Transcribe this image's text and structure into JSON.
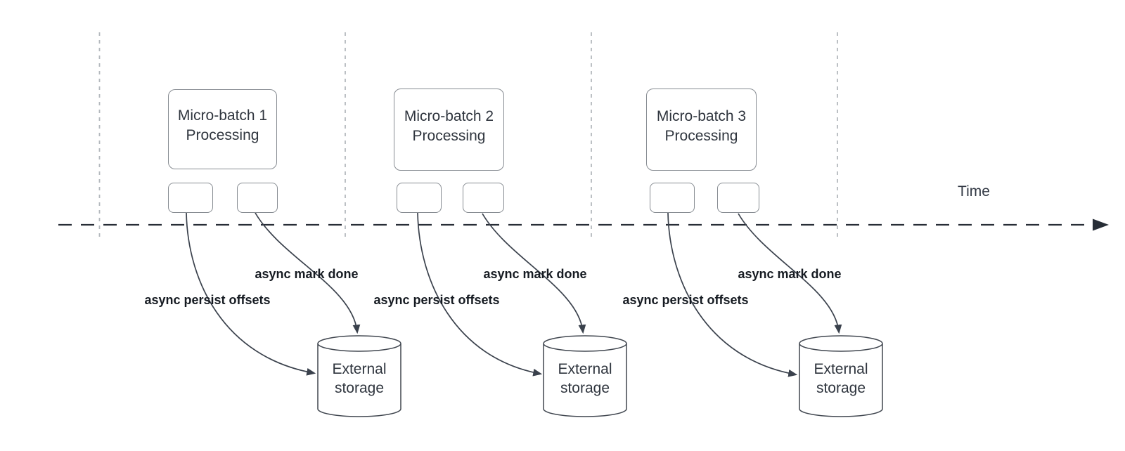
{
  "diagram": {
    "time_axis_label": "Time",
    "sections": [
      {
        "box_title_line1": "Micro-batch 1",
        "box_title_line2": "Processing",
        "persist_label": "async persist offsets",
        "mark_done_label": "async mark done",
        "storage_line1": "External",
        "storage_line2": "storage"
      },
      {
        "box_title_line1": "Micro-batch 2",
        "box_title_line2": "Processing",
        "persist_label": "async persist offsets",
        "mark_done_label": "async mark done",
        "storage_line1": "External",
        "storage_line2": "storage"
      },
      {
        "box_title_line1": "Micro-batch 3",
        "box_title_line2": "Processing",
        "persist_label": "async persist offsets",
        "mark_done_label": "async mark done",
        "storage_line1": "External",
        "storage_line2": "storage"
      }
    ],
    "colors": {
      "timeline": "#272d36",
      "arrow": "#3a414c",
      "box_border": "#878c92",
      "cylinder_border": "#40464f",
      "lane_divider": "#b4b9be",
      "text": "#2f353e",
      "label_text": "#161b22"
    }
  }
}
